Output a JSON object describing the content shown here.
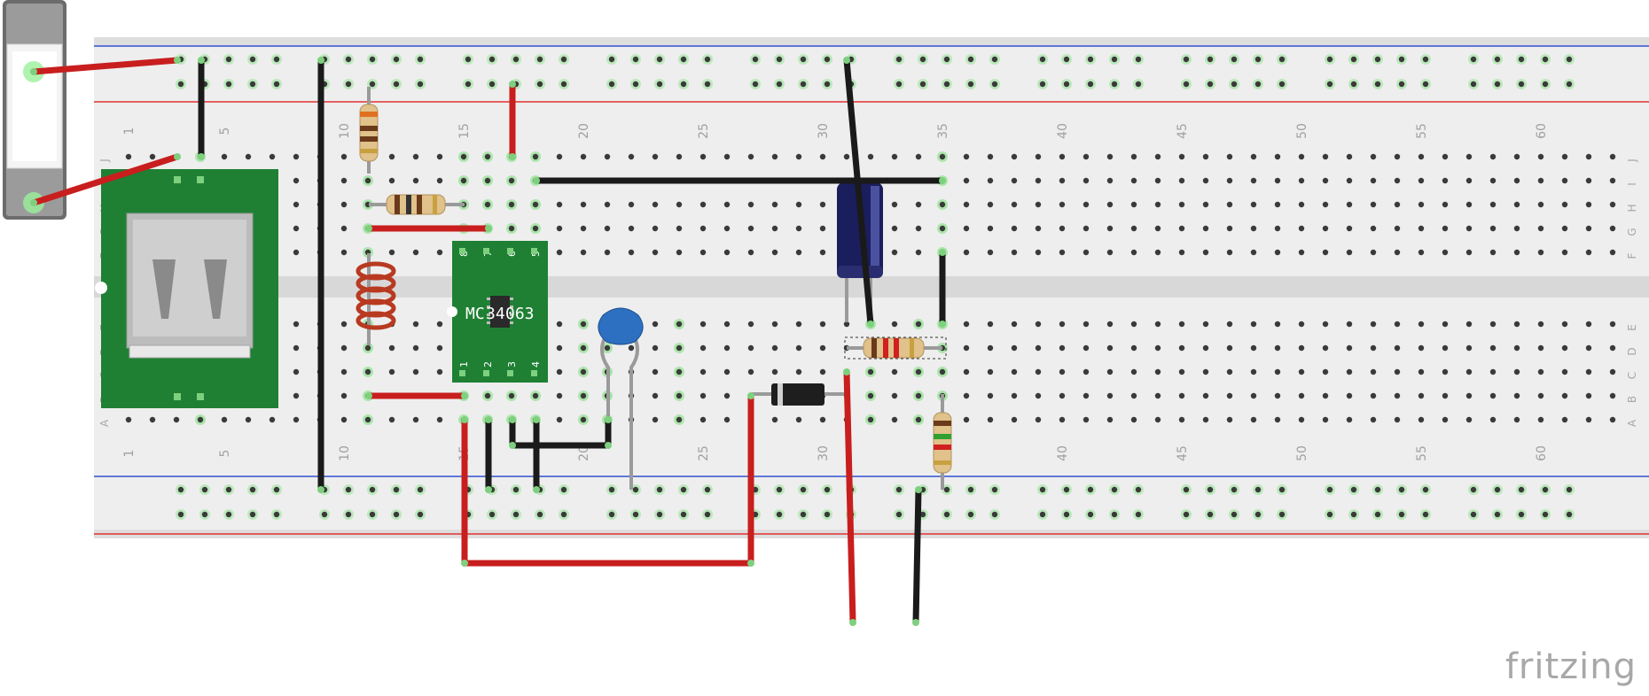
{
  "app": {
    "logo_text": "fritzing"
  },
  "breadboard": {
    "columns": 63,
    "column_labels": [
      "1",
      "5",
      "10",
      "15",
      "20",
      "25",
      "30",
      "35",
      "40",
      "45",
      "50",
      "55",
      "60"
    ],
    "top_row_letters": [
      "J",
      "I",
      "H",
      "G",
      "F"
    ],
    "bottom_row_letters": [
      "E",
      "D",
      "C",
      "B",
      "A"
    ],
    "rail_colors": {
      "positive": "#e03030",
      "negative": "#3050d0"
    }
  },
  "components": {
    "ic": {
      "part": "MC34063",
      "label_left": "MC",
      "label_center": "34",
      "label_right": "063",
      "pins_top": [
        "8",
        "7",
        "6",
        "5"
      ],
      "pins_bottom": [
        "1",
        "2",
        "3",
        "4"
      ]
    },
    "usb": {
      "type": "USB-A receptacle"
    },
    "fuse": {
      "type": "fuse holder"
    },
    "inductor": {
      "type": "coil"
    },
    "capacitor_ceramic": {
      "type": "ceramic"
    },
    "capacitor_electrolytic": {
      "type": "electrolytic"
    },
    "diode": {
      "type": "diode"
    },
    "resistors": [
      "r1",
      "r2",
      "r3",
      "r4"
    ]
  },
  "colors": {
    "wire_red": "#c81e1e",
    "wire_black": "#1a1a1a",
    "pcb_green": "#1f8034",
    "board": "#e6e6e6",
    "hole": "#3a3a3a",
    "hole_active": "#7ee07e"
  }
}
